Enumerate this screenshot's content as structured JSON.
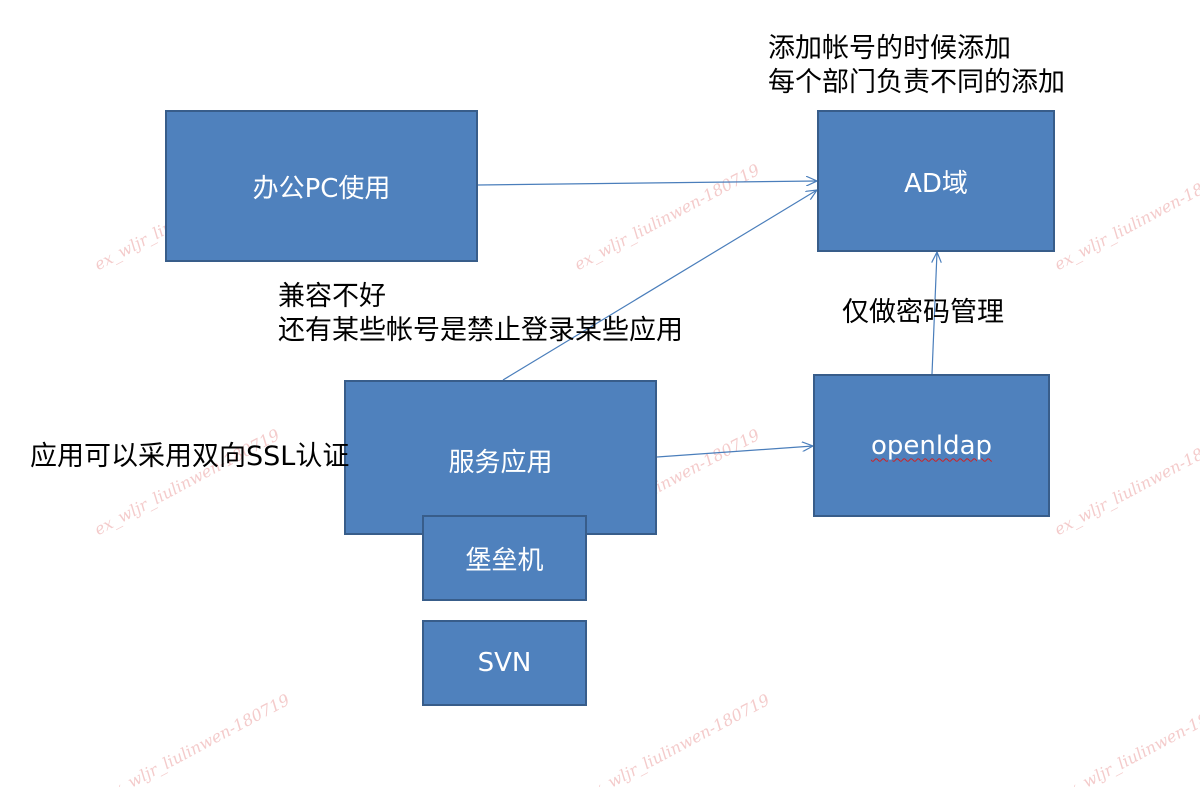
{
  "nodes": {
    "office_pc": "办公PC使用",
    "ad_domain": "AD域",
    "service_app": "服务应用",
    "openldap": "openldap",
    "bastion": "堡垒机",
    "svn": "SVN"
  },
  "notes": {
    "ad_line1": "添加帐号的时候添加",
    "ad_line2": "每个部门负责不同的添加",
    "compat_line1": "兼容不好",
    "compat_line2": "还有某些帐号是禁止登录某些应用",
    "password_mgmt": "仅做密码管理",
    "ssl_auth": "应用可以采用双向SSL认证"
  },
  "watermark": "ex_wljr_liulinwen-180719",
  "colors": {
    "box_fill": "#4f81bd",
    "box_border": "#385d8a",
    "arrow": "#4a7ebb"
  }
}
